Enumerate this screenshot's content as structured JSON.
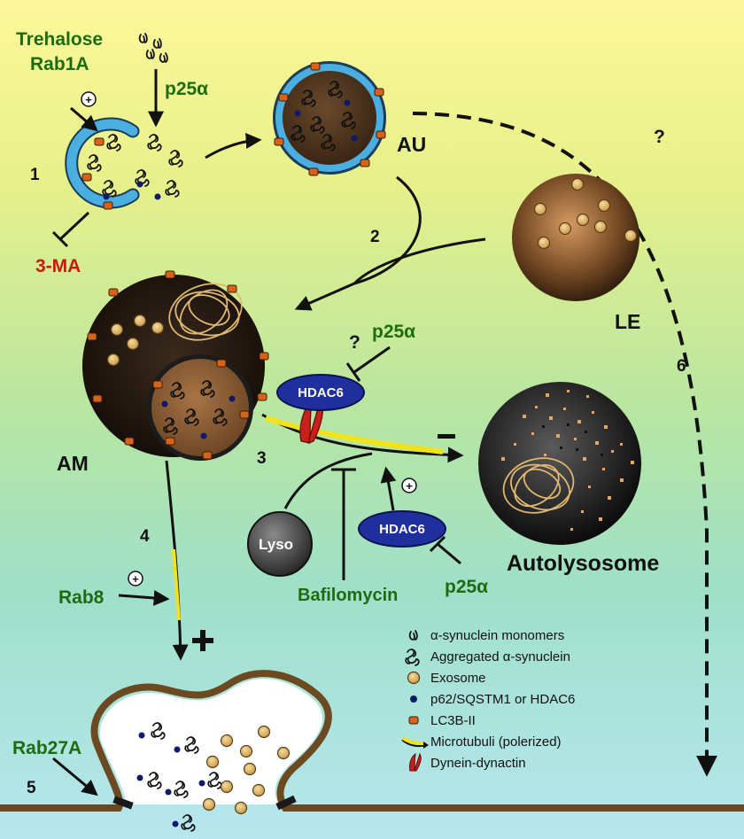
{
  "labels": {
    "trehalose": "Trehalose",
    "rab1a": "Rab1A",
    "p25_top": "p25α",
    "ma3": "3-MA",
    "au": "AU",
    "le": "LE",
    "am": "AM",
    "q_top": "?",
    "q_mid": "?",
    "p25_mid": "p25α",
    "hdac6_upper": "HDAC6",
    "hdac6_lower": "HDAC6",
    "lyso": "Lyso",
    "bafilomycin": "Bafilomycin",
    "p25_bottom": "p25α",
    "autolysosome": "Autolysosome",
    "rab8": "Rab8",
    "rab27a": "Rab27A",
    "minus": "-",
    "plus": "+",
    "plus_circle": "+"
  },
  "steps": [
    "1",
    "2",
    "3",
    "4",
    "5",
    "6"
  ],
  "legend": [
    {
      "icon": "monomer-icon",
      "text": "α-synuclein monomers"
    },
    {
      "icon": "aggregate-icon",
      "text": "Aggregated α-synuclein"
    },
    {
      "icon": "exosome-icon",
      "text": "Exosome"
    },
    {
      "icon": "p62-dot-icon",
      "text": "p62/SQSTM1 or HDAC6"
    },
    {
      "icon": "lc3b-icon",
      "text": "LC3B-II"
    },
    {
      "icon": "microtubule-icon",
      "text": "Microtubuli (polerized)"
    },
    {
      "icon": "dynein-icon",
      "text": "Dynein-dynactin"
    }
  ],
  "colors": {
    "green_text": "#1f6b12",
    "red_text": "#c41a10",
    "membrane_blue": "#4aaee0",
    "vesicle_brown": "#7a5230",
    "lc3b_orange": "#d9621a",
    "exosome_tan": "#e8c47a",
    "hdac6_blue": "#1f2f9e",
    "microtubule_yellow": "#f2e21a",
    "dynein_red": "#c8201a",
    "cell_membrane": "#6b4a22"
  }
}
